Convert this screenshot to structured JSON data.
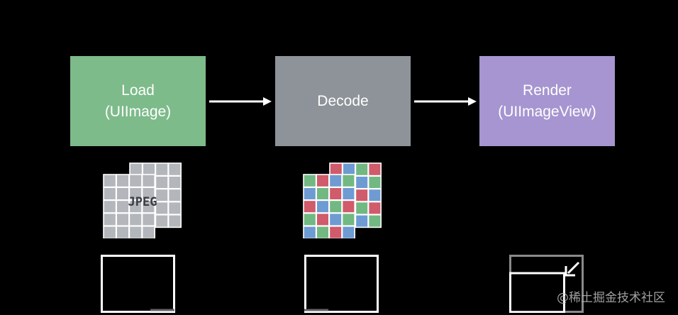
{
  "colors": {
    "background": "#000000",
    "load": "#7dbb8a",
    "decode": "#8e9399",
    "render": "#a695d0",
    "pixel_red": "#cf5b6b",
    "pixel_green": "#72b882",
    "pixel_blue": "#6e9bd2",
    "jpeg_tile": "#b3b6bb"
  },
  "stages": [
    {
      "id": "load",
      "line1": "Load",
      "line2": "(UIImage)"
    },
    {
      "id": "decode",
      "line1": "Decode",
      "line2": ""
    },
    {
      "id": "render",
      "line1": "Render",
      "line2": "(UIImageView)"
    }
  ],
  "jpeg_label": "JPEG",
  "icons": [
    "right-arrow-icon",
    "right-arrow-icon",
    "jpeg-image-icon",
    "decoded-pixels-icon",
    "frame-icon",
    "frame-icon",
    "shrink-arrow-icon"
  ],
  "watermark": "@稀土掘金技术社区"
}
